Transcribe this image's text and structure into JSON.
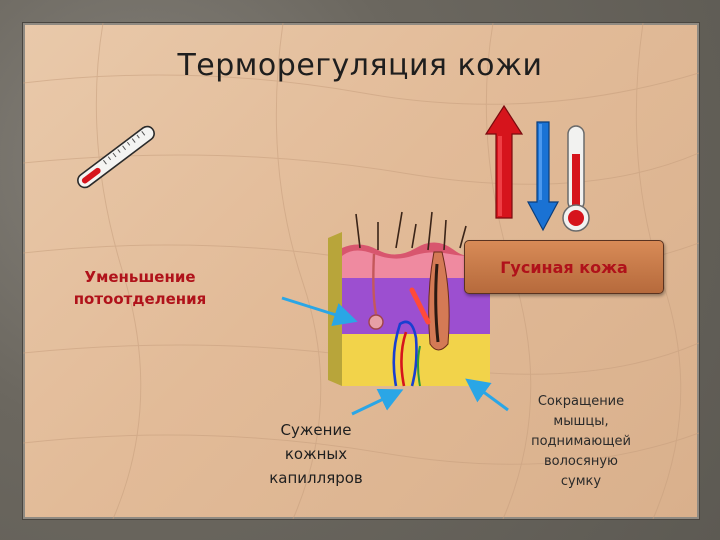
{
  "slide": {
    "title": "Терморегуляция кожи",
    "labels": {
      "sweat_line1": "Уменьшение",
      "sweat_line2": "потоотделения",
      "goose_skin": "Гусиная кожа",
      "capillaries_line1": "Сужение",
      "capillaries_line2": "кожных",
      "capillaries_line3": "капилляров",
      "muscle_line1": "Сокращение",
      "muscle_line2": "мышцы,",
      "muscle_line3": "поднимающей",
      "muscle_line4": "волосяную",
      "muscle_line5": "сумку"
    },
    "colors": {
      "title": "#1e1e1e",
      "label_red": "#b0121a",
      "arrow_up": "#d6141c",
      "arrow_down": "#1a72d4",
      "pointer_arrow": "#2aa6e6",
      "box_fill": "#c87a48"
    },
    "icons": [
      "thermometer-icon",
      "up-arrow-icon",
      "down-arrow-icon",
      "tube-thermometer-icon",
      "skin-section-illustration"
    ]
  }
}
